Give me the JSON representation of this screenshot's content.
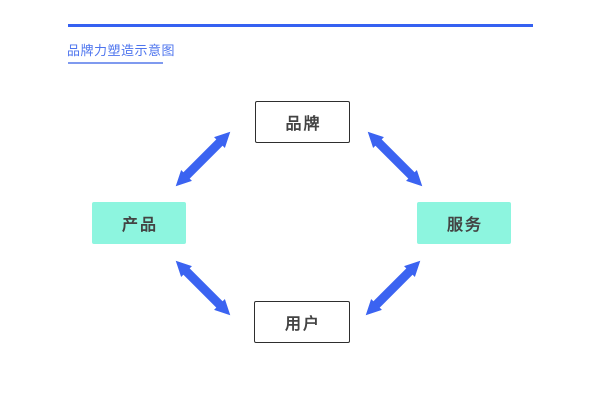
{
  "title": {
    "text": "品牌力塑造示意图"
  },
  "diagram": {
    "name": "brand-power-cycle",
    "nodes": [
      {
        "id": "brand",
        "label": "品牌",
        "position": "top",
        "style": "outline"
      },
      {
        "id": "service",
        "label": "服务",
        "position": "right",
        "style": "filled"
      },
      {
        "id": "user",
        "label": "用户",
        "position": "bottom",
        "style": "outline"
      },
      {
        "id": "product",
        "label": "产品",
        "position": "left",
        "style": "filled"
      }
    ],
    "edges": [
      {
        "from": "product",
        "to": "brand",
        "bidirectional": true
      },
      {
        "from": "brand",
        "to": "service",
        "bidirectional": true
      },
      {
        "from": "service",
        "to": "user",
        "bidirectional": true
      },
      {
        "from": "user",
        "to": "product",
        "bidirectional": true
      }
    ],
    "colors": {
      "arrow": "#3b63f1",
      "top_rule": "#3561f1",
      "title_text": "#4d74ee",
      "title_underline": "#7f9aef",
      "node_fill": "#8df5df",
      "node_border": "#2e2e2e",
      "node_text": "#434343",
      "background": "#ffffff"
    }
  }
}
